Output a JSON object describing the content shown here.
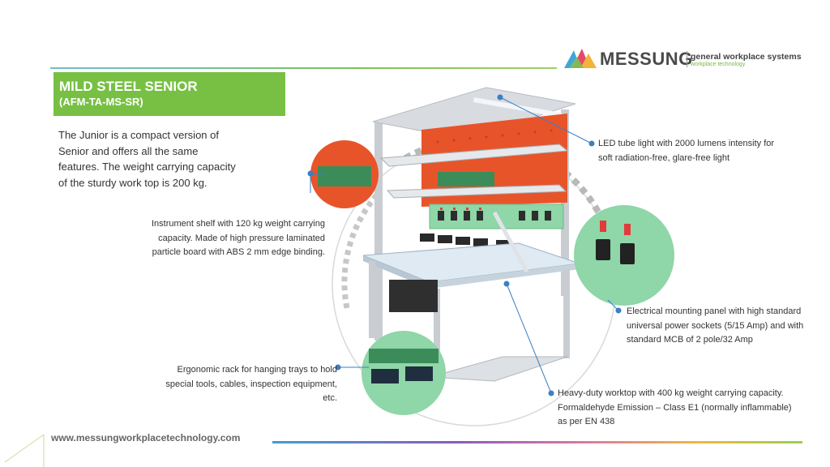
{
  "brand": {
    "name": "MESSUNG",
    "tagline": "general workplace systems",
    "subtagline": "workplace technology"
  },
  "title": {
    "main": "MILD STEEL SENIOR",
    "code": "(AFM-TA-MS-SR)"
  },
  "intro": "The Junior is a compact version of Senior and offers all the same features. The weight carrying capacity of the sturdy work top is 200 kg.",
  "callouts": {
    "shelf": "Instrument shelf with 120 kg weight carrying capacity. Made of high pressure laminated particle board with ABS 2 mm edge binding.",
    "rack": "Ergonomic rack for hanging trays to hold special tools, cables, inspection equipment, etc.",
    "led": "LED tube light with 2000 lumens intensity for soft radiation-free, glare-free light",
    "panel": "Electrical mounting panel with high standard universal power sockets (5/15 Amp) and with standard MCB of 2 pole/32 Amp",
    "worktop": "Heavy-duty worktop with 400 kg weight carrying capacity. Formaldehyde Emission – Class E1 (normally inflammable) as per EN 438"
  },
  "footer": {
    "url": "www.messungworkplacetechnology.com"
  },
  "colors": {
    "accent_green": "#77c043",
    "callout_dot": "#3b7fc4",
    "pegboard": "#e8542a",
    "panel_green": "#8fd6a8"
  }
}
